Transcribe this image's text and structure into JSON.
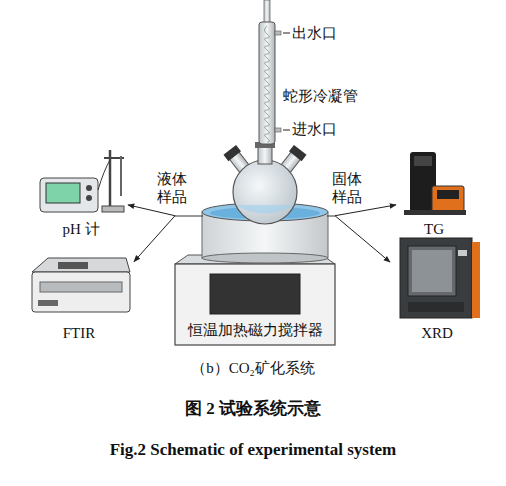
{
  "diagram": {
    "title": "图 2 试验系统示意",
    "caption": "Fig.2 Schematic of experimental system",
    "nodes": [
      {
        "text": [
          "恒温加热磁力搅拌器"
        ]
      },
      {
        "text": [
          "pH 计"
        ]
      },
      {
        "text": [
          "FTIR"
        ]
      },
      {
        "text": [
          "TG"
        ]
      },
      {
        "text": [
          "XRD"
        ]
      }
    ],
    "edges": [
      {
        "from": 0,
        "to": 1,
        "arrow": "to"
      },
      {
        "from": 0,
        "to": 2,
        "arrow": "to"
      },
      {
        "from": 0,
        "to": 3,
        "arrow": "to"
      },
      {
        "from": 0,
        "to": 4,
        "arrow": "to"
      }
    ],
    "labels": [
      "出水口",
      "蛇形冷凝管",
      "进水口",
      "液体样品",
      "固体样品",
      "（b）CO₂矿化系统"
    ]
  }
}
